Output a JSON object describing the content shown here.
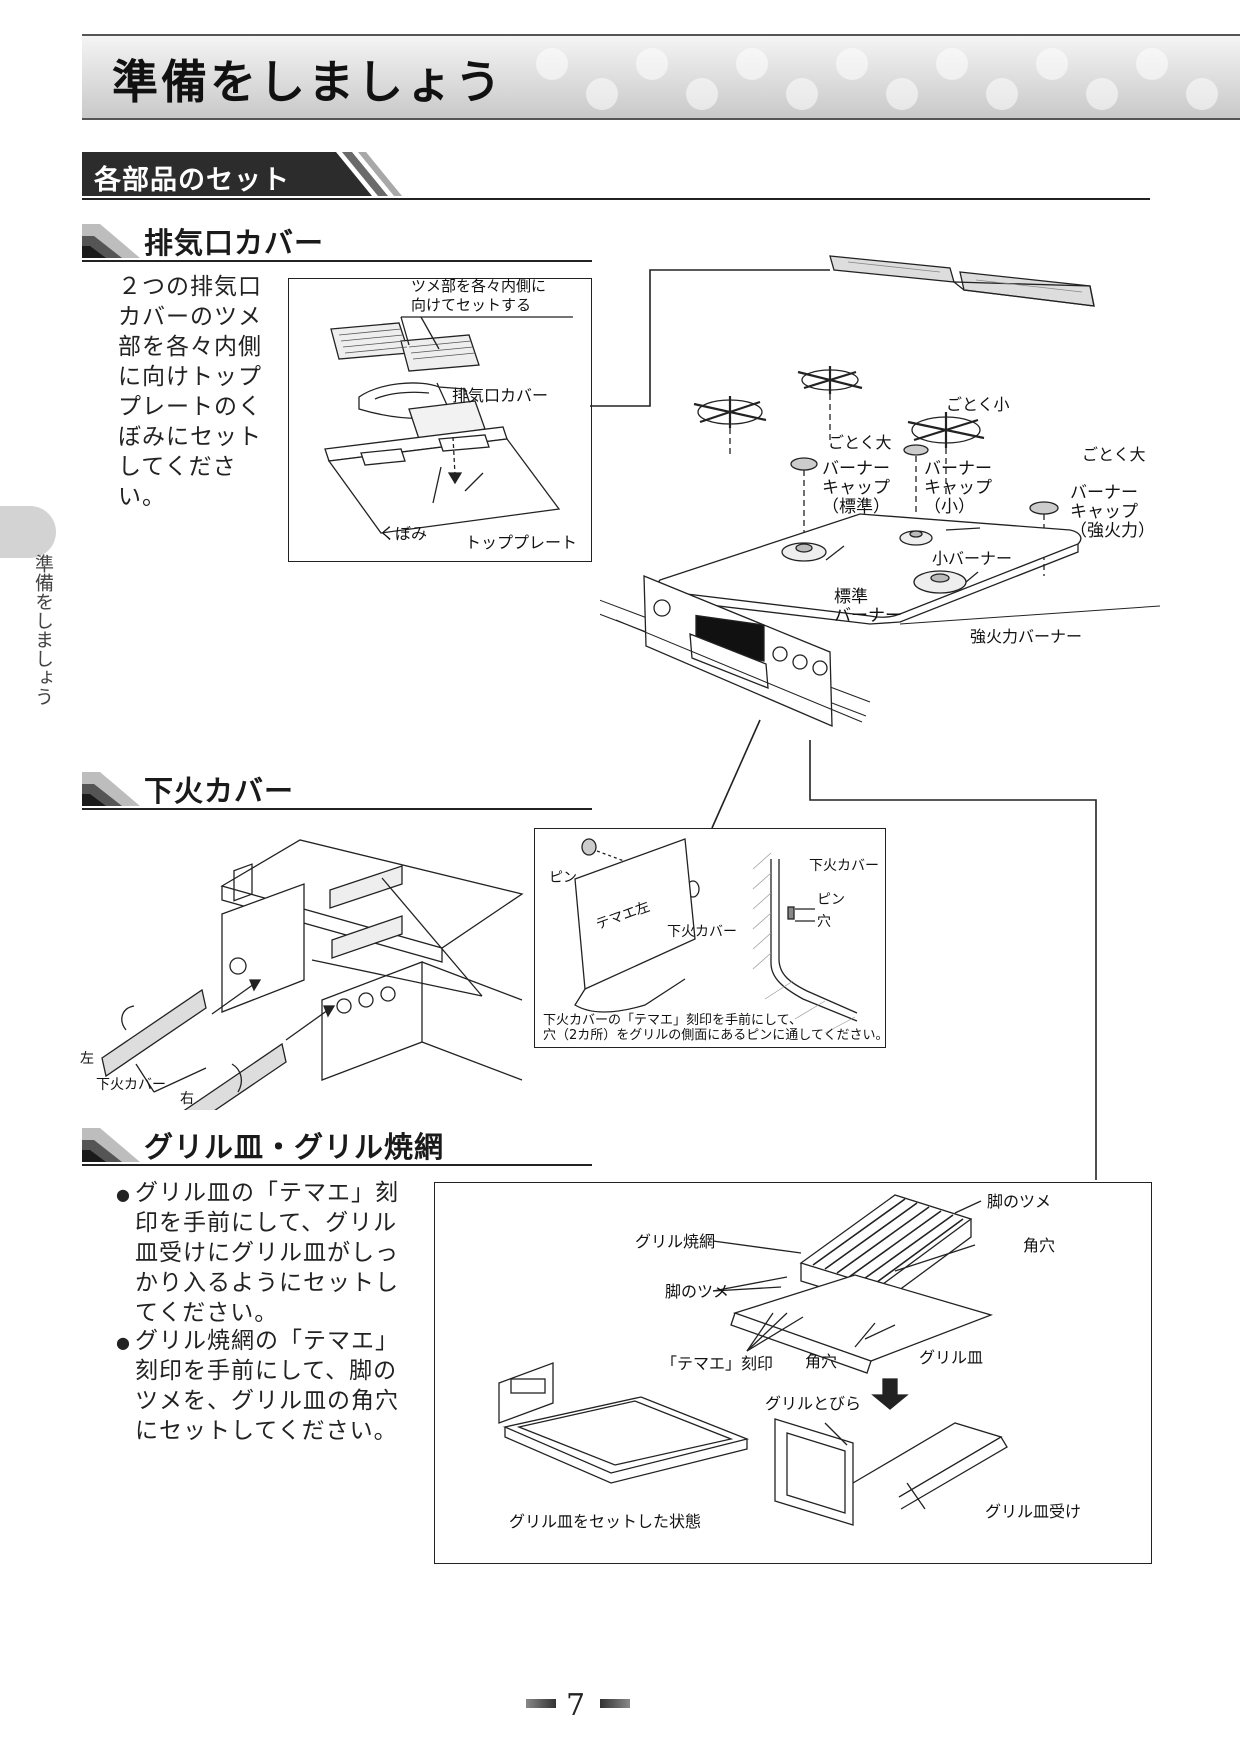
{
  "page": {
    "title": "準備をしましょう",
    "section_title": "各部品のセット",
    "side_tab": "準備をしましょう",
    "page_number": "7"
  },
  "exhaust_cover": {
    "heading": "排気口カバー",
    "body": "２つの排気口カバーのツメ部を各々内側に向けトッププレートのくぼみにセットしてください。",
    "labels": {
      "claw_note": "ツメ部を各々内側に\n向けてセットする",
      "cover": "排気口カバー",
      "recess": "くぼみ",
      "top_plate": "トッププレート"
    }
  },
  "stove_labels": {
    "trivet_small": "ごとく小",
    "trivet_large_left": "ごとく大",
    "trivet_large_right": "ごとく大",
    "cap_standard": "バーナー\nキャップ\n（標準）",
    "cap_small": "バーナー\nキャップ\n（小）",
    "cap_strong": "バーナー\nキャップ\n（強火力）",
    "small_burner": "小バーナー",
    "standard_burner": "標準\nバーナー",
    "strong_burner": "強火力バーナー"
  },
  "lower_cover": {
    "heading": "下火カバー",
    "left": "左",
    "right": "右",
    "cover_label": "下火カバー",
    "detail": {
      "pin": "ピン",
      "cover": "下火カバー",
      "cover_top": "下火カバー",
      "pin_side": "ピン",
      "hole": "穴",
      "stamp": "テマエ左",
      "note": "下火カバーの「テマエ」刻印を手前にして、\n穴（2カ所）をグリルの側面にあるピンに通してください。"
    }
  },
  "grill": {
    "heading": "グリル皿・グリル焼網",
    "bullets": [
      "グリル皿の「テマエ」刻印を手前にして、グリル皿受けにグリル皿がしっかり入るようにセットしてください。",
      "グリル焼網の「テマエ」刻印を手前にして、脚のツメを、グリル皿の角穴にセットしてください。"
    ],
    "bullet_mark": "●",
    "labels": {
      "leg_claw_top": "脚のツメ",
      "grill_net": "グリル焼網",
      "square_hole_top": "角穴",
      "leg_claw_mid": "脚のツメ",
      "stamp": "「テマエ」刻印",
      "square_hole_bottom": "角穴",
      "grill_pan": "グリル皿",
      "grill_door": "グリルとびら",
      "pan_set": "グリル皿をセットした状態",
      "pan_holder": "グリル皿受け"
    }
  }
}
